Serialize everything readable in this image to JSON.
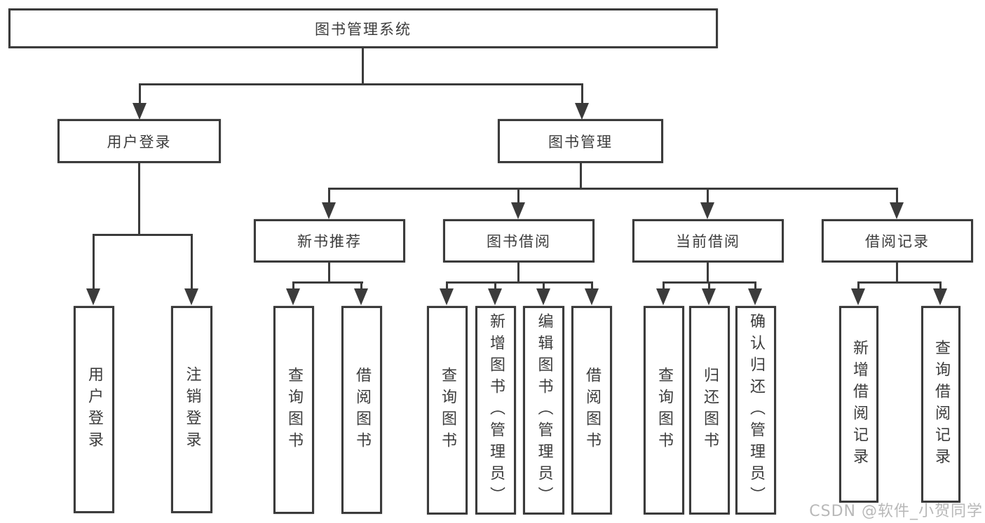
{
  "tree": {
    "root": "图书管理系统",
    "branches": [
      {
        "label": "用户登录",
        "children": [
          "用户登录",
          "注销登录"
        ]
      },
      {
        "label": "图书管理",
        "children": [
          {
            "label": "新书推荐",
            "children": [
              "查询图书",
              "借阅图书"
            ]
          },
          {
            "label": "图书借阅",
            "children": [
              "查询图书",
              "新增图书（管理员）",
              "编辑图书（管理员）",
              "借阅图书"
            ]
          },
          {
            "label": "当前借阅",
            "children": [
              "查询图书",
              "归还图书",
              "确认归还（管理员）"
            ]
          },
          {
            "label": "借阅记录",
            "children": [
              "新增借阅记录",
              "查询借阅记录"
            ]
          }
        ]
      }
    ]
  },
  "watermark": {
    "text": "CSDN @软件_小贺同学"
  },
  "colors": {
    "line": "#3b3b3b",
    "text": "#3c3c3c",
    "watermark": "#b1b1b1",
    "background": "#ffffff"
  }
}
